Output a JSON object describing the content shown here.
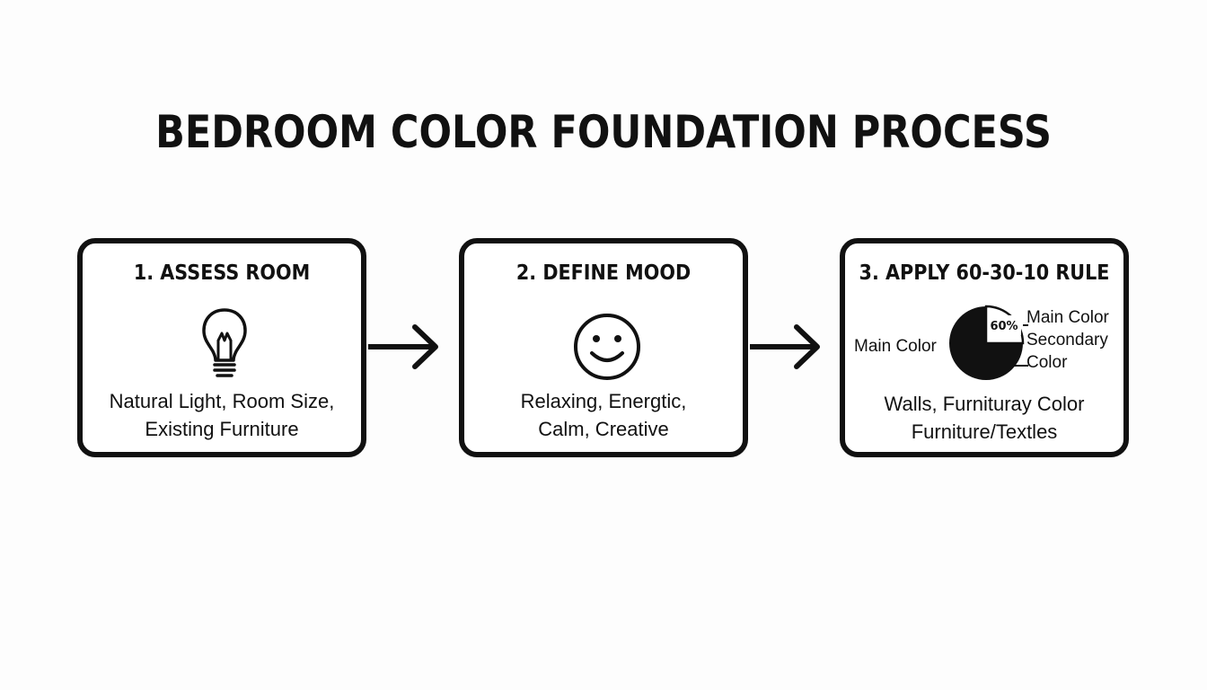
{
  "title": "BEDROOM COLOR FOUNDATION PROCESS",
  "steps": [
    {
      "title": "1. ASSESS ROOM",
      "icon": "lightbulb-icon",
      "lines": [
        "Natural Light, Room Size,",
        "Existing Furniture"
      ]
    },
    {
      "title": "2. DEFINE MOOD",
      "icon": "smiley-face-icon",
      "lines": [
        "Relaxing, Energtic,",
        "Calm, Creative"
      ]
    },
    {
      "title": "3. APPLY 60-30-10 RULE",
      "icon": "pie-chart-icon",
      "pie": {
        "percent_label": "60%",
        "left_label": "Main Color",
        "legend_lines": [
          "Main Color",
          "Secondary",
          "Color"
        ]
      },
      "lines": [
        "Walls, Furnituray Color",
        "Furniture/Textles"
      ]
    }
  ],
  "colors": {
    "ink": "#111111",
    "background": "#fdfdfd"
  }
}
